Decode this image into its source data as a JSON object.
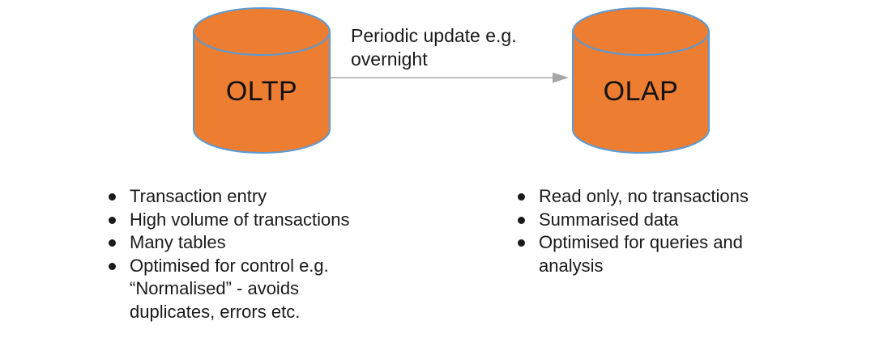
{
  "diagram": {
    "colors": {
      "cylinder_fill": "#ED7D31",
      "cylinder_stroke": "#5B9BD5",
      "arrow": "#A6A6A6",
      "text": "#1a1a1a"
    },
    "oltp": {
      "label": "OLTP",
      "bullets": [
        "Transaction entry",
        "High volume of transactions",
        "Many tables",
        "Optimised for control e.g. “Normalised” - avoids duplicates, errors etc."
      ]
    },
    "olap": {
      "label": "OLAP",
      "bullets": [
        "Read only, no transactions",
        "Summarised data",
        "Optimised for queries and analysis"
      ]
    },
    "arrow_label": "Periodic update e.g. overnight"
  }
}
